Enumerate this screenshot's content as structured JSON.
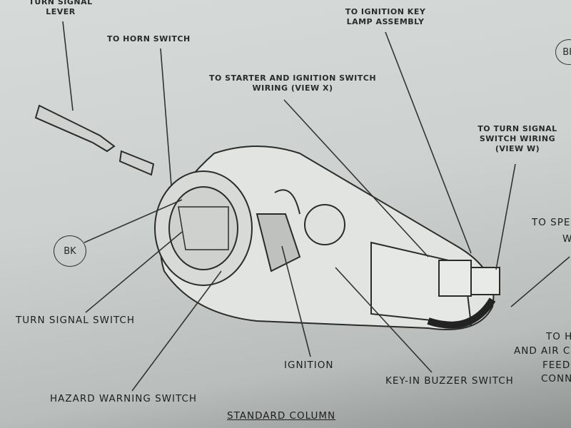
{
  "title": "STANDARD COLUMN",
  "labels": {
    "turn_signal_lever": "TURN SIGNAL LEVER",
    "to_horn_switch": "TO HORN SWITCH",
    "to_starter": "TO STARTER AND IGNITION SWITCH WIRING (VIEW X)",
    "to_ignition_key_lamp": "TO IGNITION KEY LAMP ASSEMBLY",
    "to_turn_signal_wiring": "TO TURN SIGNAL SWITCH WIRING (VIEW W)",
    "to_spe": "TO SPE",
    "to_spe_2": "W",
    "to_h": "TO H",
    "and_air": "AND AIR C",
    "feed": "FEED",
    "conn": "CONN",
    "bk": "BK",
    "bk_corner": "BK",
    "turn_signal_switch": "TURN SIGNAL SWITCH",
    "hazard_warning_switch": "HAZARD WARNING SWITCH",
    "ignition": "IGNITION",
    "key_in_buzzer_switch": "KEY-IN BUZZER SWITCH"
  }
}
